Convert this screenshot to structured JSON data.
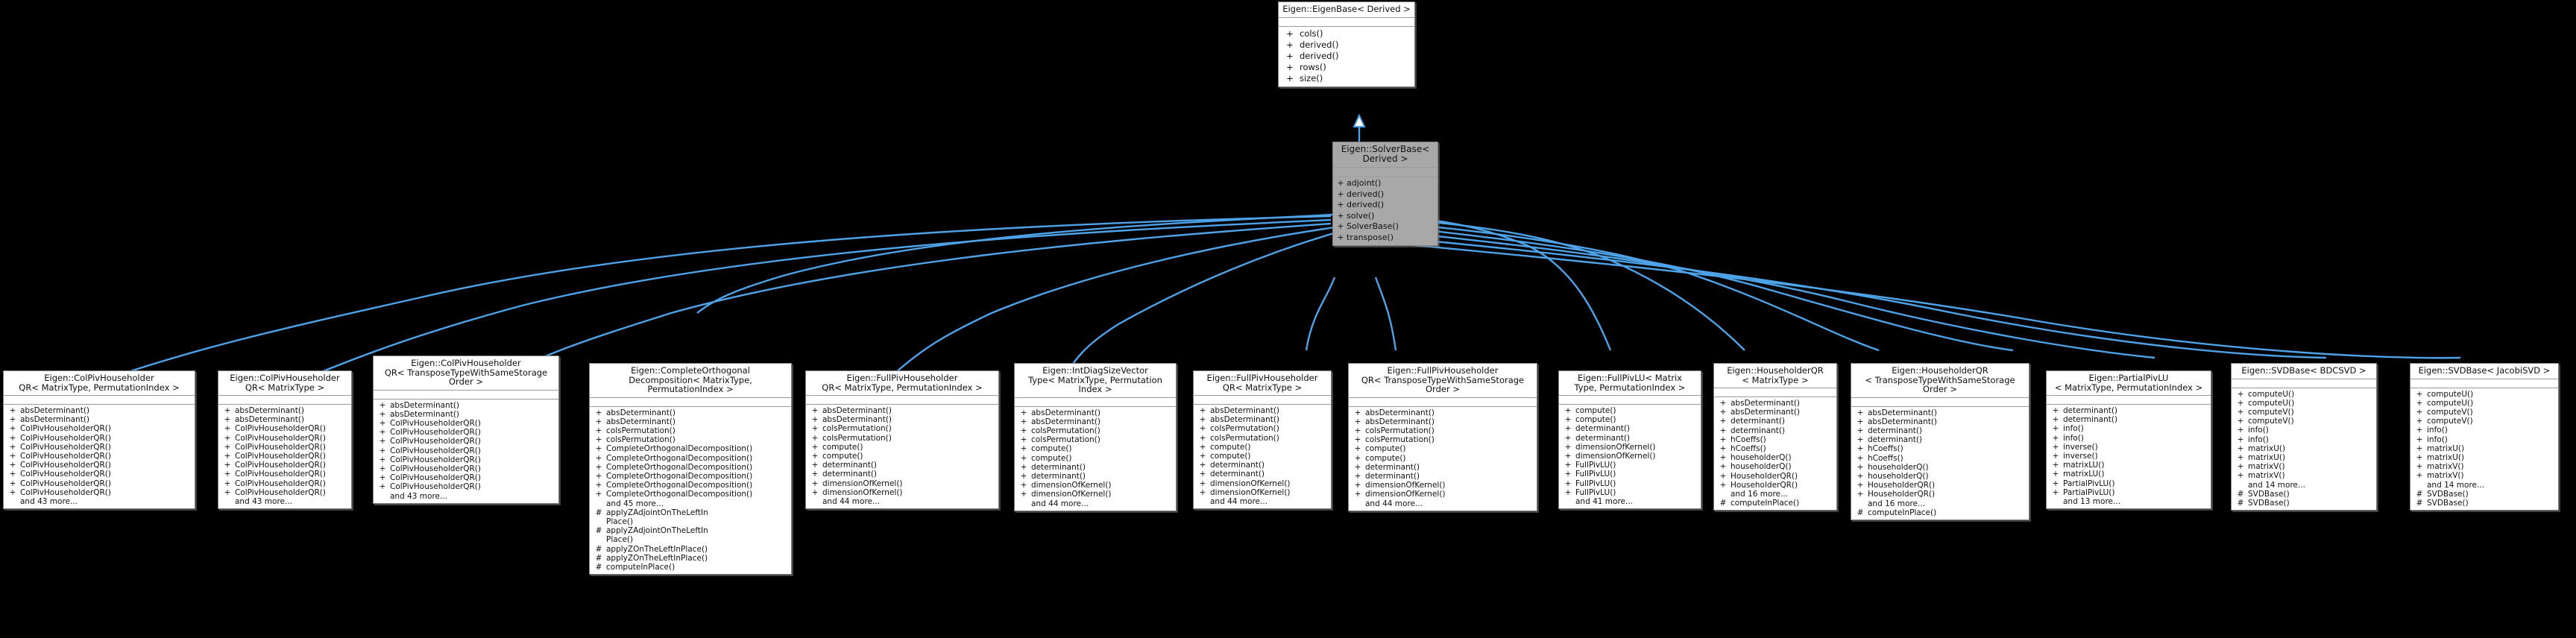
{
  "diagram": {
    "kind": "uml-inheritance-graph",
    "edge_color": "#4ea3e8",
    "highlight_color": "#a8a8a8",
    "node_bg": "#ffffff",
    "node_border": "#808080"
  },
  "nodes": [
    {
      "id": "eigenbase",
      "title": "Eigen::EigenBase< Derived >",
      "highlight": false,
      "ops": [
        {
          "vis": "+",
          "name": "cols()"
        },
        {
          "vis": "+",
          "name": "derived()"
        },
        {
          "vis": "+",
          "name": "derived()"
        },
        {
          "vis": "+",
          "name": "rows()"
        },
        {
          "vis": "+",
          "name": "size()"
        }
      ]
    },
    {
      "id": "solverbase",
      "title": "Eigen::SolverBase<\nDerived >",
      "highlight": true,
      "ops": [
        {
          "vis": "+",
          "name": "adjoint()"
        },
        {
          "vis": "+",
          "name": "derived()"
        },
        {
          "vis": "+",
          "name": "derived()"
        },
        {
          "vis": "+",
          "name": "solve()"
        },
        {
          "vis": "+",
          "name": "SolverBase()"
        },
        {
          "vis": "+",
          "name": "transpose()"
        }
      ]
    },
    {
      "id": "colpiv-mt-pi",
      "title": "Eigen::ColPivHouseholder\nQR< MatrixType, PermutationIndex >",
      "highlight": false,
      "ops": [
        {
          "vis": "+",
          "name": "absDeterminant()"
        },
        {
          "vis": "+",
          "name": "absDeterminant()"
        },
        {
          "vis": "+",
          "name": "ColPivHouseholderQR()"
        },
        {
          "vis": "+",
          "name": "ColPivHouseholderQR()"
        },
        {
          "vis": "+",
          "name": "ColPivHouseholderQR()"
        },
        {
          "vis": "+",
          "name": "ColPivHouseholderQR()"
        },
        {
          "vis": "+",
          "name": "ColPivHouseholderQR()"
        },
        {
          "vis": "+",
          "name": "ColPivHouseholderQR()"
        },
        {
          "vis": "+",
          "name": "ColPivHouseholderQR()"
        },
        {
          "vis": "+",
          "name": "ColPivHouseholderQR()"
        },
        {
          "vis": "",
          "name": "and 43 more..."
        }
      ]
    },
    {
      "id": "colpiv-mt",
      "title": "Eigen::ColPivHouseholder\nQR< MatrixType >",
      "highlight": false,
      "ops": [
        {
          "vis": "+",
          "name": "absDeterminant()"
        },
        {
          "vis": "+",
          "name": "absDeterminant()"
        },
        {
          "vis": "+",
          "name": "ColPivHouseholderQR()"
        },
        {
          "vis": "+",
          "name": "ColPivHouseholderQR()"
        },
        {
          "vis": "+",
          "name": "ColPivHouseholderQR()"
        },
        {
          "vis": "+",
          "name": "ColPivHouseholderQR()"
        },
        {
          "vis": "+",
          "name": "ColPivHouseholderQR()"
        },
        {
          "vis": "+",
          "name": "ColPivHouseholderQR()"
        },
        {
          "vis": "+",
          "name": "ColPivHouseholderQR()"
        },
        {
          "vis": "+",
          "name": "ColPivHouseholderQR()"
        },
        {
          "vis": "",
          "name": "and 43 more..."
        }
      ]
    },
    {
      "id": "colpiv-tt",
      "title": "Eigen::ColPivHouseholder\nQR< TransposeTypeWithSameStorage\nOrder >",
      "highlight": false,
      "ops": [
        {
          "vis": "+",
          "name": "absDeterminant()"
        },
        {
          "vis": "+",
          "name": "absDeterminant()"
        },
        {
          "vis": "+",
          "name": "ColPivHouseholderQR()"
        },
        {
          "vis": "+",
          "name": "ColPivHouseholderQR()"
        },
        {
          "vis": "+",
          "name": "ColPivHouseholderQR()"
        },
        {
          "vis": "+",
          "name": "ColPivHouseholderQR()"
        },
        {
          "vis": "+",
          "name": "ColPivHouseholderQR()"
        },
        {
          "vis": "+",
          "name": "ColPivHouseholderQR()"
        },
        {
          "vis": "+",
          "name": "ColPivHouseholderQR()"
        },
        {
          "vis": "+",
          "name": "ColPivHouseholderQR()"
        },
        {
          "vis": "",
          "name": "and 43 more..."
        }
      ]
    },
    {
      "id": "cod",
      "title": "Eigen::CompleteOrthogonal\nDecomposition< MatrixType,\nPermutationIndex >",
      "highlight": false,
      "ops": [
        {
          "vis": "+",
          "name": "absDeterminant()"
        },
        {
          "vis": "+",
          "name": "absDeterminant()"
        },
        {
          "vis": "+",
          "name": "colsPermutation()"
        },
        {
          "vis": "+",
          "name": "colsPermutation()"
        },
        {
          "vis": "+",
          "name": "CompleteOrthogonalDecomposition()"
        },
        {
          "vis": "+",
          "name": "CompleteOrthogonalDecomposition()"
        },
        {
          "vis": "+",
          "name": "CompleteOrthogonalDecomposition()"
        },
        {
          "vis": "+",
          "name": "CompleteOrthogonalDecomposition()"
        },
        {
          "vis": "+",
          "name": "CompleteOrthogonalDecomposition()"
        },
        {
          "vis": "+",
          "name": "CompleteOrthogonalDecomposition()"
        },
        {
          "vis": "",
          "name": "and 45 more..."
        },
        {
          "vis": "#",
          "name": "applyZAdjointOnTheLeftIn\nPlace()"
        },
        {
          "vis": "#",
          "name": "applyZAdjointOnTheLeftIn\nPlace()"
        },
        {
          "vis": "#",
          "name": "applyZOnTheLeftInPlace()"
        },
        {
          "vis": "#",
          "name": "applyZOnTheLeftInPlace()"
        },
        {
          "vis": "#",
          "name": "computeInPlace()"
        }
      ]
    },
    {
      "id": "fullpivhh-mt-pi",
      "title": "Eigen::FullPivHouseholder\nQR< MatrixType, PermutationIndex >",
      "highlight": false,
      "ops": [
        {
          "vis": "+",
          "name": "absDeterminant()"
        },
        {
          "vis": "+",
          "name": "absDeterminant()"
        },
        {
          "vis": "+",
          "name": "colsPermutation()"
        },
        {
          "vis": "+",
          "name": "colsPermutation()"
        },
        {
          "vis": "+",
          "name": "compute()"
        },
        {
          "vis": "+",
          "name": "compute()"
        },
        {
          "vis": "+",
          "name": "determinant()"
        },
        {
          "vis": "+",
          "name": "determinant()"
        },
        {
          "vis": "+",
          "name": "dimensionOfKernel()"
        },
        {
          "vis": "+",
          "name": "dimensionOfKernel()"
        },
        {
          "vis": "",
          "name": "and 44 more..."
        }
      ]
    },
    {
      "id": "intdiag",
      "title": "Eigen::IntDiagSizeVector\nType< MatrixType, Permutation\nIndex >",
      "highlight": false,
      "ops": [
        {
          "vis": "+",
          "name": "absDeterminant()"
        },
        {
          "vis": "+",
          "name": "absDeterminant()"
        },
        {
          "vis": "+",
          "name": "colsPermutation()"
        },
        {
          "vis": "+",
          "name": "colsPermutation()"
        },
        {
          "vis": "+",
          "name": "compute()"
        },
        {
          "vis": "+",
          "name": "compute()"
        },
        {
          "vis": "+",
          "name": "determinant()"
        },
        {
          "vis": "+",
          "name": "determinant()"
        },
        {
          "vis": "+",
          "name": "dimensionOfKernel()"
        },
        {
          "vis": "+",
          "name": "dimensionOfKernel()"
        },
        {
          "vis": "",
          "name": "and 44 more..."
        }
      ]
    },
    {
      "id": "fullpivhh-mt",
      "title": "Eigen::FullPivHouseholder\nQR< MatrixType >",
      "highlight": false,
      "ops": [
        {
          "vis": "+",
          "name": "absDeterminant()"
        },
        {
          "vis": "+",
          "name": "absDeterminant()"
        },
        {
          "vis": "+",
          "name": "colsPermutation()"
        },
        {
          "vis": "+",
          "name": "colsPermutation()"
        },
        {
          "vis": "+",
          "name": "compute()"
        },
        {
          "vis": "+",
          "name": "compute()"
        },
        {
          "vis": "+",
          "name": "determinant()"
        },
        {
          "vis": "+",
          "name": "determinant()"
        },
        {
          "vis": "+",
          "name": "dimensionOfKernel()"
        },
        {
          "vis": "+",
          "name": "dimensionOfKernel()"
        },
        {
          "vis": "",
          "name": "and 44 more..."
        }
      ]
    },
    {
      "id": "fullpivhh-tt",
      "title": "Eigen::FullPivHouseholder\nQR< TransposeTypeWithSameStorage\nOrder >",
      "highlight": false,
      "ops": [
        {
          "vis": "+",
          "name": "absDeterminant()"
        },
        {
          "vis": "+",
          "name": "absDeterminant()"
        },
        {
          "vis": "+",
          "name": "colsPermutation()"
        },
        {
          "vis": "+",
          "name": "colsPermutation()"
        },
        {
          "vis": "+",
          "name": "compute()"
        },
        {
          "vis": "+",
          "name": "compute()"
        },
        {
          "vis": "+",
          "name": "determinant()"
        },
        {
          "vis": "+",
          "name": "determinant()"
        },
        {
          "vis": "+",
          "name": "dimensionOfKernel()"
        },
        {
          "vis": "+",
          "name": "dimensionOfKernel()"
        },
        {
          "vis": "",
          "name": "and 44 more..."
        }
      ]
    },
    {
      "id": "fullpivlu",
      "title": "Eigen::FullPivLU< Matrix\nType, PermutationIndex >",
      "highlight": false,
      "ops": [
        {
          "vis": "+",
          "name": "compute()"
        },
        {
          "vis": "+",
          "name": "compute()"
        },
        {
          "vis": "+",
          "name": "determinant()"
        },
        {
          "vis": "+",
          "name": "determinant()"
        },
        {
          "vis": "+",
          "name": "dimensionOfKernel()"
        },
        {
          "vis": "+",
          "name": "dimensionOfKernel()"
        },
        {
          "vis": "+",
          "name": "FullPivLU()"
        },
        {
          "vis": "+",
          "name": "FullPivLU()"
        },
        {
          "vis": "+",
          "name": "FullPivLU()"
        },
        {
          "vis": "+",
          "name": "FullPivLU()"
        },
        {
          "vis": "",
          "name": "and 41 more..."
        }
      ]
    },
    {
      "id": "hhqr-mt",
      "title": "Eigen::HouseholderQR\n< MatrixType >",
      "highlight": false,
      "ops": [
        {
          "vis": "+",
          "name": "absDeterminant()"
        },
        {
          "vis": "+",
          "name": "absDeterminant()"
        },
        {
          "vis": "+",
          "name": "determinant()"
        },
        {
          "vis": "+",
          "name": "determinant()"
        },
        {
          "vis": "+",
          "name": "hCoeffs()"
        },
        {
          "vis": "+",
          "name": "hCoeffs()"
        },
        {
          "vis": "+",
          "name": "householderQ()"
        },
        {
          "vis": "+",
          "name": "householderQ()"
        },
        {
          "vis": "+",
          "name": "HouseholderQR()"
        },
        {
          "vis": "+",
          "name": "HouseholderQR()"
        },
        {
          "vis": "",
          "name": "and 16 more..."
        },
        {
          "vis": "#",
          "name": "computeInPlace()"
        }
      ]
    },
    {
      "id": "hhqr-tt",
      "title": "Eigen::HouseholderQR\n< TransposeTypeWithSameStorage\nOrder >",
      "highlight": false,
      "ops": [
        {
          "vis": "+",
          "name": "absDeterminant()"
        },
        {
          "vis": "+",
          "name": "absDeterminant()"
        },
        {
          "vis": "+",
          "name": "determinant()"
        },
        {
          "vis": "+",
          "name": "determinant()"
        },
        {
          "vis": "+",
          "name": "hCoeffs()"
        },
        {
          "vis": "+",
          "name": "hCoeffs()"
        },
        {
          "vis": "+",
          "name": "householderQ()"
        },
        {
          "vis": "+",
          "name": "householderQ()"
        },
        {
          "vis": "+",
          "name": "HouseholderQR()"
        },
        {
          "vis": "+",
          "name": "HouseholderQR()"
        },
        {
          "vis": "",
          "name": "and 16 more..."
        },
        {
          "vis": "#",
          "name": "computeInPlace()"
        }
      ]
    },
    {
      "id": "partialpivlu",
      "title": "Eigen::PartialPivLU\n< MatrixType, PermutationIndex >",
      "highlight": false,
      "ops": [
        {
          "vis": "+",
          "name": "determinant()"
        },
        {
          "vis": "+",
          "name": "determinant()"
        },
        {
          "vis": "+",
          "name": "info()"
        },
        {
          "vis": "+",
          "name": "info()"
        },
        {
          "vis": "+",
          "name": "inverse()"
        },
        {
          "vis": "+",
          "name": "inverse()"
        },
        {
          "vis": "+",
          "name": "matrixLU()"
        },
        {
          "vis": "+",
          "name": "matrixLU()"
        },
        {
          "vis": "+",
          "name": "PartialPivLU()"
        },
        {
          "vis": "+",
          "name": "PartialPivLU()"
        },
        {
          "vis": "",
          "name": "and 13 more..."
        }
      ]
    },
    {
      "id": "svdbase-bdcsvd",
      "title": "Eigen::SVDBase< BDCSVD >",
      "highlight": false,
      "ops": [
        {
          "vis": "+",
          "name": "computeU()"
        },
        {
          "vis": "+",
          "name": "computeU()"
        },
        {
          "vis": "+",
          "name": "computeV()"
        },
        {
          "vis": "+",
          "name": "computeV()"
        },
        {
          "vis": "+",
          "name": "info()"
        },
        {
          "vis": "+",
          "name": "info()"
        },
        {
          "vis": "+",
          "name": "matrixU()"
        },
        {
          "vis": "+",
          "name": "matrixU()"
        },
        {
          "vis": "+",
          "name": "matrixV()"
        },
        {
          "vis": "+",
          "name": "matrixV()"
        },
        {
          "vis": "",
          "name": "and 14 more..."
        },
        {
          "vis": "#",
          "name": "SVDBase()"
        },
        {
          "vis": "#",
          "name": "SVDBase()"
        }
      ]
    },
    {
      "id": "svdbase-jacobisvd",
      "title": "Eigen::SVDBase< JacobiSVD >",
      "highlight": false,
      "ops": [
        {
          "vis": "+",
          "name": "computeU()"
        },
        {
          "vis": "+",
          "name": "computeU()"
        },
        {
          "vis": "+",
          "name": "computeV()"
        },
        {
          "vis": "+",
          "name": "computeV()"
        },
        {
          "vis": "+",
          "name": "info()"
        },
        {
          "vis": "+",
          "name": "info()"
        },
        {
          "vis": "+",
          "name": "matrixU()"
        },
        {
          "vis": "+",
          "name": "matrixU()"
        },
        {
          "vis": "+",
          "name": "matrixV()"
        },
        {
          "vis": "+",
          "name": "matrixV()"
        },
        {
          "vis": "",
          "name": "and 14 more..."
        },
        {
          "vis": "#",
          "name": "SVDBase()"
        },
        {
          "vis": "#",
          "name": "SVDBase()"
        }
      ]
    }
  ]
}
